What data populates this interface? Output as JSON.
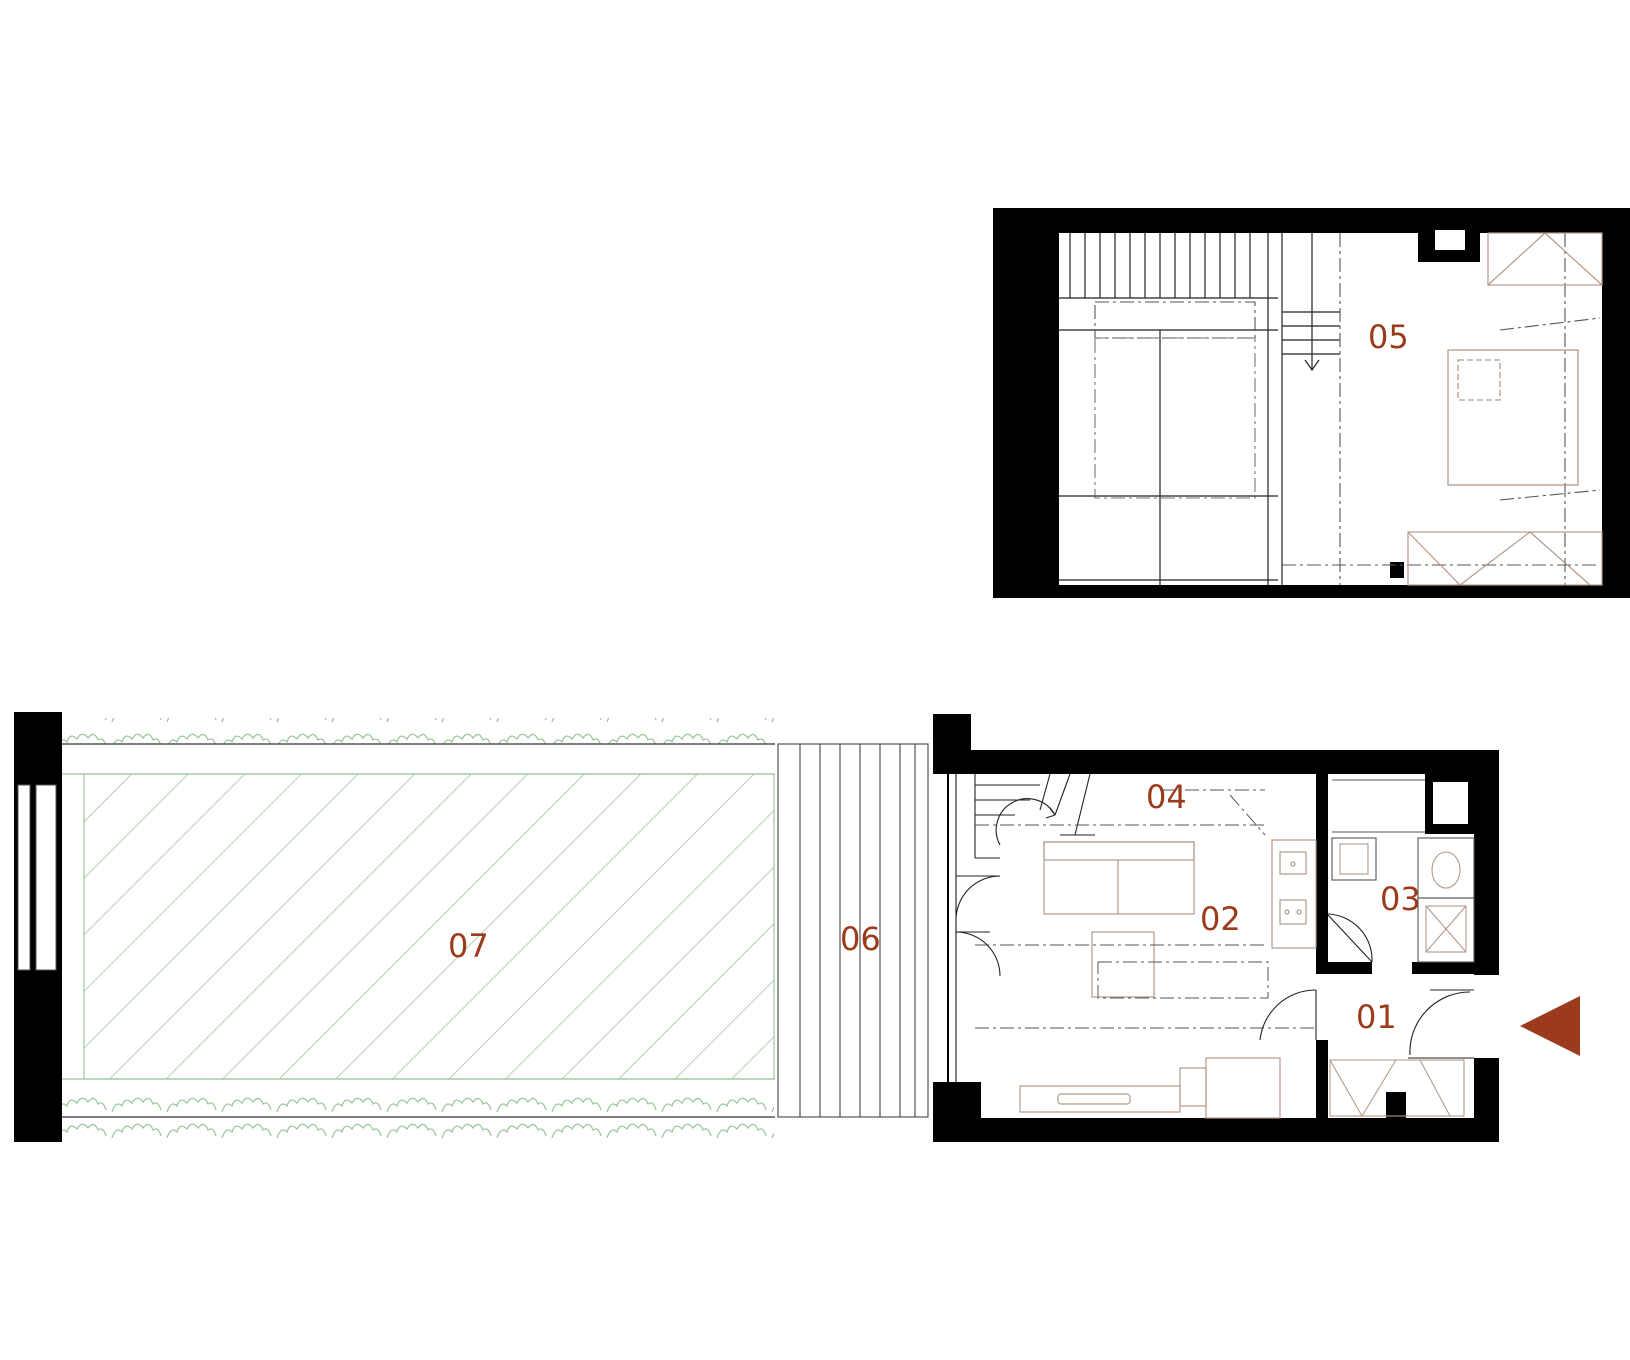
{
  "rooms": {
    "r01": "01",
    "r02": "02",
    "r03": "03",
    "r04": "04",
    "r05": "05",
    "r06": "06",
    "r07": "07"
  },
  "entrance": {
    "icon": "entrance-arrow-icon"
  },
  "colors": {
    "wall": "#000000",
    "label": "#9b3b1c",
    "arrow": "#9b3b1c",
    "furniture": "#b49a88",
    "garden": "#9cc79a",
    "lines": "#333333"
  }
}
